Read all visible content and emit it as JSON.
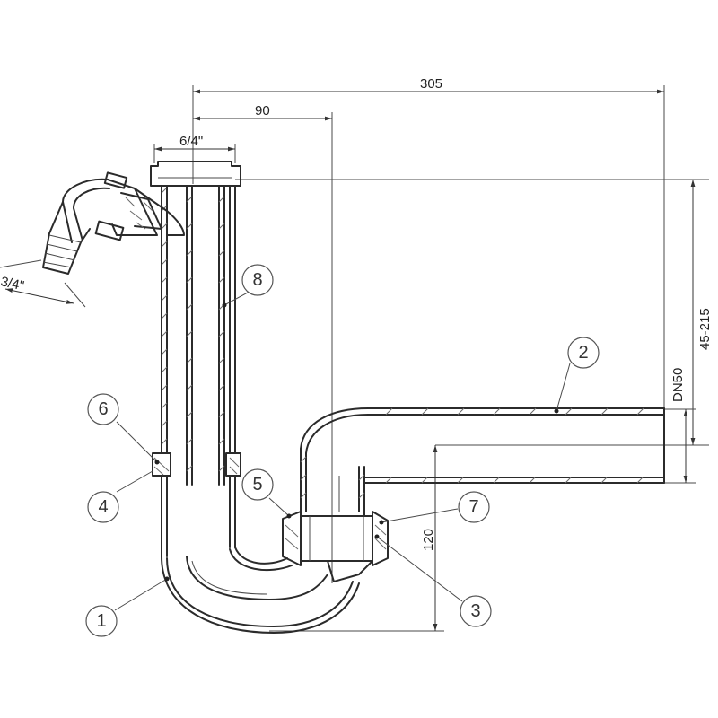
{
  "dimensions": {
    "overall_width": "305",
    "offset": "90",
    "top_inlet": "6/4\"",
    "side_inlet": "3/4\"",
    "height_range": "45-215",
    "outlet": "DN50",
    "trap_depth": "120"
  },
  "callouts": {
    "c1": "1",
    "c2": "2",
    "c3": "3",
    "c4": "4",
    "c5": "5",
    "c6": "6",
    "c7": "7",
    "c8": "8"
  }
}
